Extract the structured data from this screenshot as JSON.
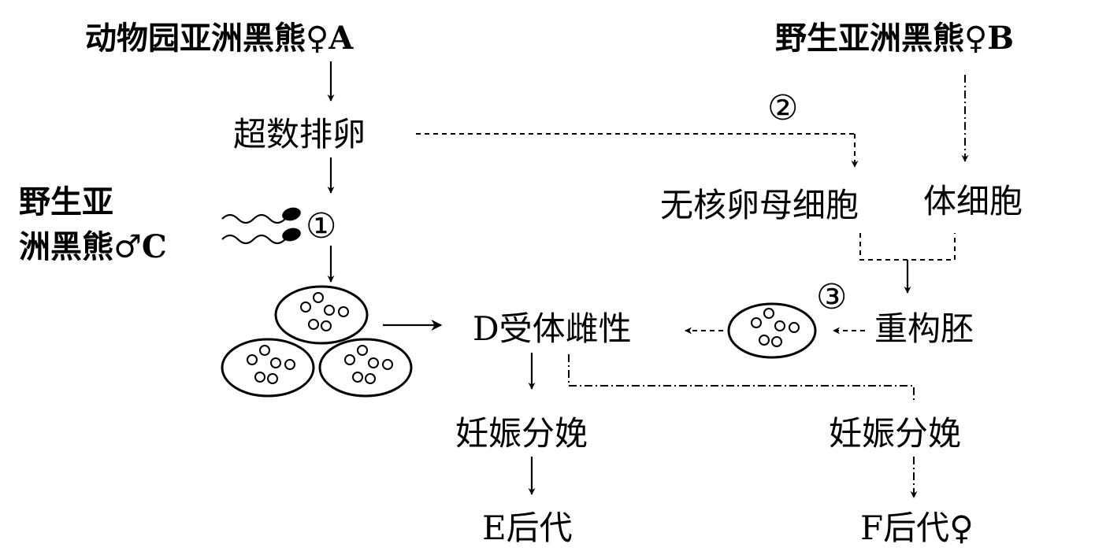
{
  "nodes": {
    "zoo_bear_a": "动物园亚洲黑熊♀A",
    "wild_bear_b": "野生亚洲黑熊♀B",
    "superovulation": "超数排卵",
    "wild_bear_c_line1": "野生亚",
    "wild_bear_c_line2": "洲黑熊♂C",
    "enucleated_oocyte": "无核卵母细胞",
    "somatic_cell": "体细胞",
    "reconstructed_embryo": "重构胚",
    "recipient_female": "D受体雌性",
    "pregnancy_left": "妊娠分娩",
    "pregnancy_right": "妊娠分娩",
    "offspring_e": "E后代",
    "offspring_f": "F后代♀"
  },
  "steps": {
    "step1": "①",
    "step2": "②",
    "step3": "③"
  }
}
